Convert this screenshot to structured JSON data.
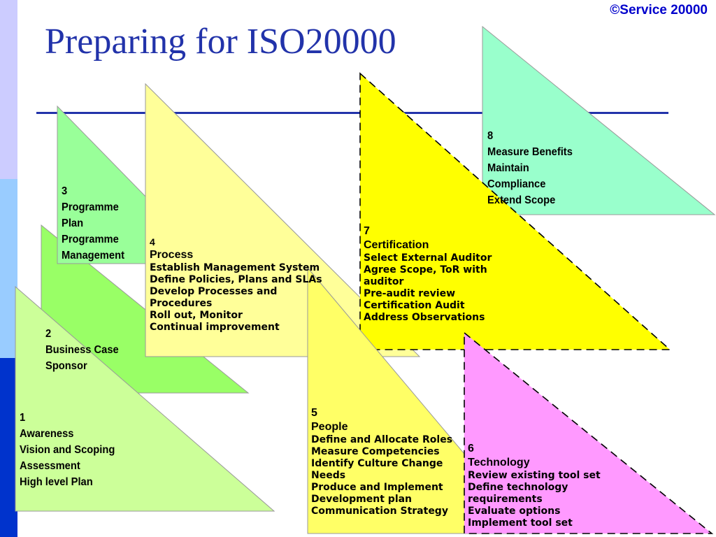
{
  "slide": {
    "title": "Preparing for ISO20000",
    "copyright": "©Service 20000"
  },
  "colors": {
    "title": "#2233aa",
    "copyright": "#0000cc",
    "stripe_top": "#ccccff",
    "stripe_mid": "#99ccff",
    "stripe_bottom": "#0033cc",
    "stage1": "#ccff99",
    "stage2": "#99ff66",
    "stage3": "#99ff99",
    "stage4": "#ffff99",
    "stage5": "#ffff66",
    "stage6": "#ff99ff",
    "stage7": "#ffff00",
    "stage8": "#99ffcc"
  },
  "stages": [
    {
      "number": "1",
      "lines": [
        "Awareness",
        "Vision and Scoping",
        "Assessment",
        "High level Plan"
      ]
    },
    {
      "number": "2",
      "lines": [
        "Business Case",
        "Sponsor"
      ]
    },
    {
      "number": "3",
      "lines": [
        "Programme",
        "Plan",
        "Programme",
        "Management"
      ]
    },
    {
      "number": "4",
      "title": "Process",
      "lines": [
        "Establish Management System",
        "Define Policies, Plans and SLAs",
        "Develop Processes and",
        "Procedures",
        "Roll out, Monitor",
        "Continual improvement"
      ]
    },
    {
      "number": "5",
      "title": "People",
      "lines": [
        "Define and Allocate Roles",
        "Measure Competencies",
        "Identify Culture Change",
        "Needs",
        "Produce and Implement",
        "Development plan",
        "Communication Strategy"
      ]
    },
    {
      "number": "6",
      "title": "Technology",
      "lines": [
        "Review existing tool set",
        "Define technology",
        "requirements",
        "Evaluate options",
        "Implement tool set"
      ]
    },
    {
      "number": "7",
      "title": "Certification",
      "lines": [
        "Select External Auditor",
        "Agree Scope, ToR with",
        "auditor",
        "Pre-audit review",
        "Certification Audit",
        "Address Observations"
      ]
    },
    {
      "number": "8",
      "lines": [
        "Measure Benefits",
        "Maintain",
        "Compliance",
        "Extend Scope"
      ]
    }
  ]
}
